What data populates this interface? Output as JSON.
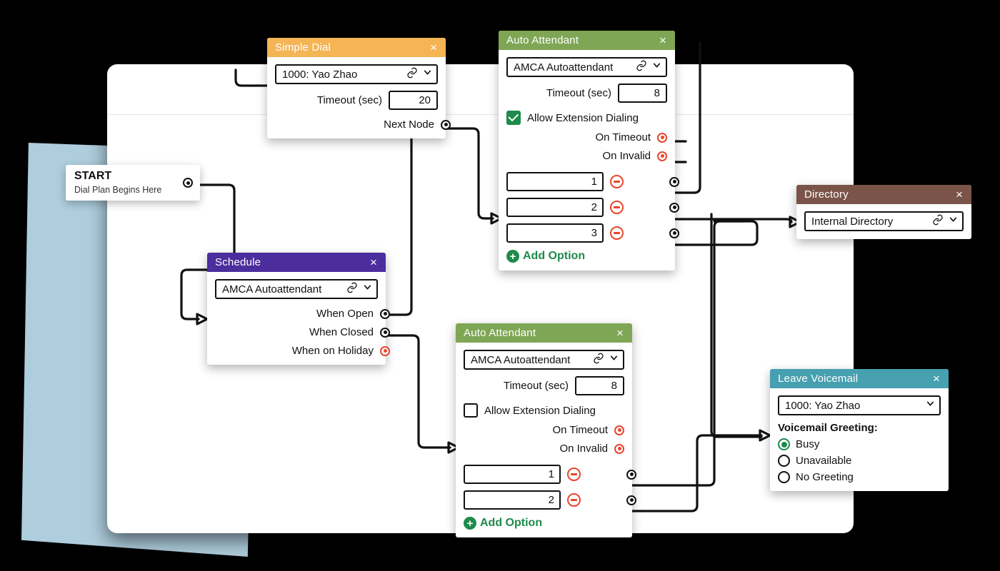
{
  "colors": {
    "page_background": "#000000",
    "canvas": "#ffffff",
    "accent_sheet": "#AECDDD",
    "simple_dial_header": "#F5B555",
    "auto_attendant_header": "#7FA654",
    "schedule_header": "#4B2D9E",
    "directory_header": "#7A5449",
    "voicemail_header": "#46A0B0",
    "green_action": "#1E8A4C",
    "red_port": "#E8452C"
  },
  "start_node": {
    "title": "START",
    "subtitle": "Dial Plan Begins Here",
    "output_port": "output-port"
  },
  "nodes": {
    "simple_dial": {
      "title": "Simple Dial",
      "close_label": "×",
      "target": "1000: Yao Zhao",
      "timeout_label": "Timeout (sec)",
      "timeout_value": "20",
      "next_node_label": "Next Node"
    },
    "auto_attendant_top": {
      "title": "Auto Attendant",
      "close_label": "×",
      "target": "AMCA Autoattendant",
      "timeout_label": "Timeout (sec)",
      "timeout_value": "8",
      "allow_extension_label": "Allow Extension Dialing",
      "allow_extension_checked": true,
      "on_timeout_label": "On Timeout",
      "on_invalid_label": "On Invalid",
      "options": [
        "1",
        "2",
        "3"
      ],
      "add_option_label": "Add Option"
    },
    "auto_attendant_bottom": {
      "title": "Auto Attendant",
      "close_label": "×",
      "target": "AMCA Autoattendant",
      "timeout_label": "Timeout (sec)",
      "timeout_value": "8",
      "allow_extension_label": "Allow Extension Dialing",
      "allow_extension_checked": false,
      "on_timeout_label": "On Timeout",
      "on_invalid_label": "On Invalid",
      "options": [
        "1",
        "2"
      ],
      "add_option_label": "Add Option"
    },
    "schedule": {
      "title": "Schedule",
      "close_label": "×",
      "target": "AMCA Autoattendant",
      "when_open_label": "When Open",
      "when_closed_label": "When Closed",
      "when_holiday_label": "When on Holiday"
    },
    "directory": {
      "title": "Directory",
      "close_label": "×",
      "target": "Internal Directory"
    },
    "leave_voicemail": {
      "title": "Leave Voicemail",
      "close_label": "×",
      "target": "1000: Yao Zhao",
      "greeting_label": "Voicemail Greeting:",
      "greetings": [
        "Busy",
        "Unavailable",
        "No Greeting"
      ],
      "selected_greeting": "Busy"
    }
  }
}
